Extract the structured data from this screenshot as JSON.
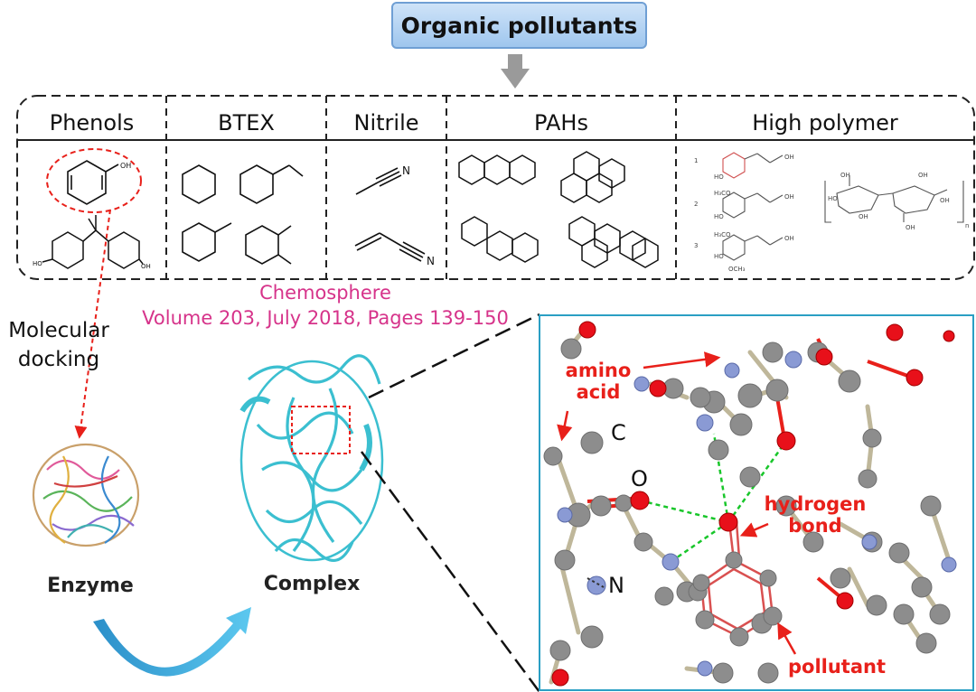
{
  "title": "Organic pollutants",
  "categories": [
    "Phenols",
    "BTEX",
    "Nitrile",
    "PAHs",
    "High polymer"
  ],
  "citation": {
    "journal": "Chemosphere",
    "volume": "Volume 203, July 2018, Pages 139-150"
  },
  "labels": {
    "docking": "Molecular\ndocking",
    "enzyme": "Enzyme",
    "complex": "Complex",
    "amino_acid": "amino\nacid",
    "hydrogen_bond": "hydrogen\nbond",
    "pollutant": "pollutant",
    "atom_c": "C",
    "atom_o": "O",
    "atom_n": "N"
  },
  "colors": {
    "accent_red": "#e8201a",
    "protein_cyan": "#3bbfd0",
    "citation_pink": "#d6338a",
    "arrow_blue": "#3aa6dc"
  }
}
